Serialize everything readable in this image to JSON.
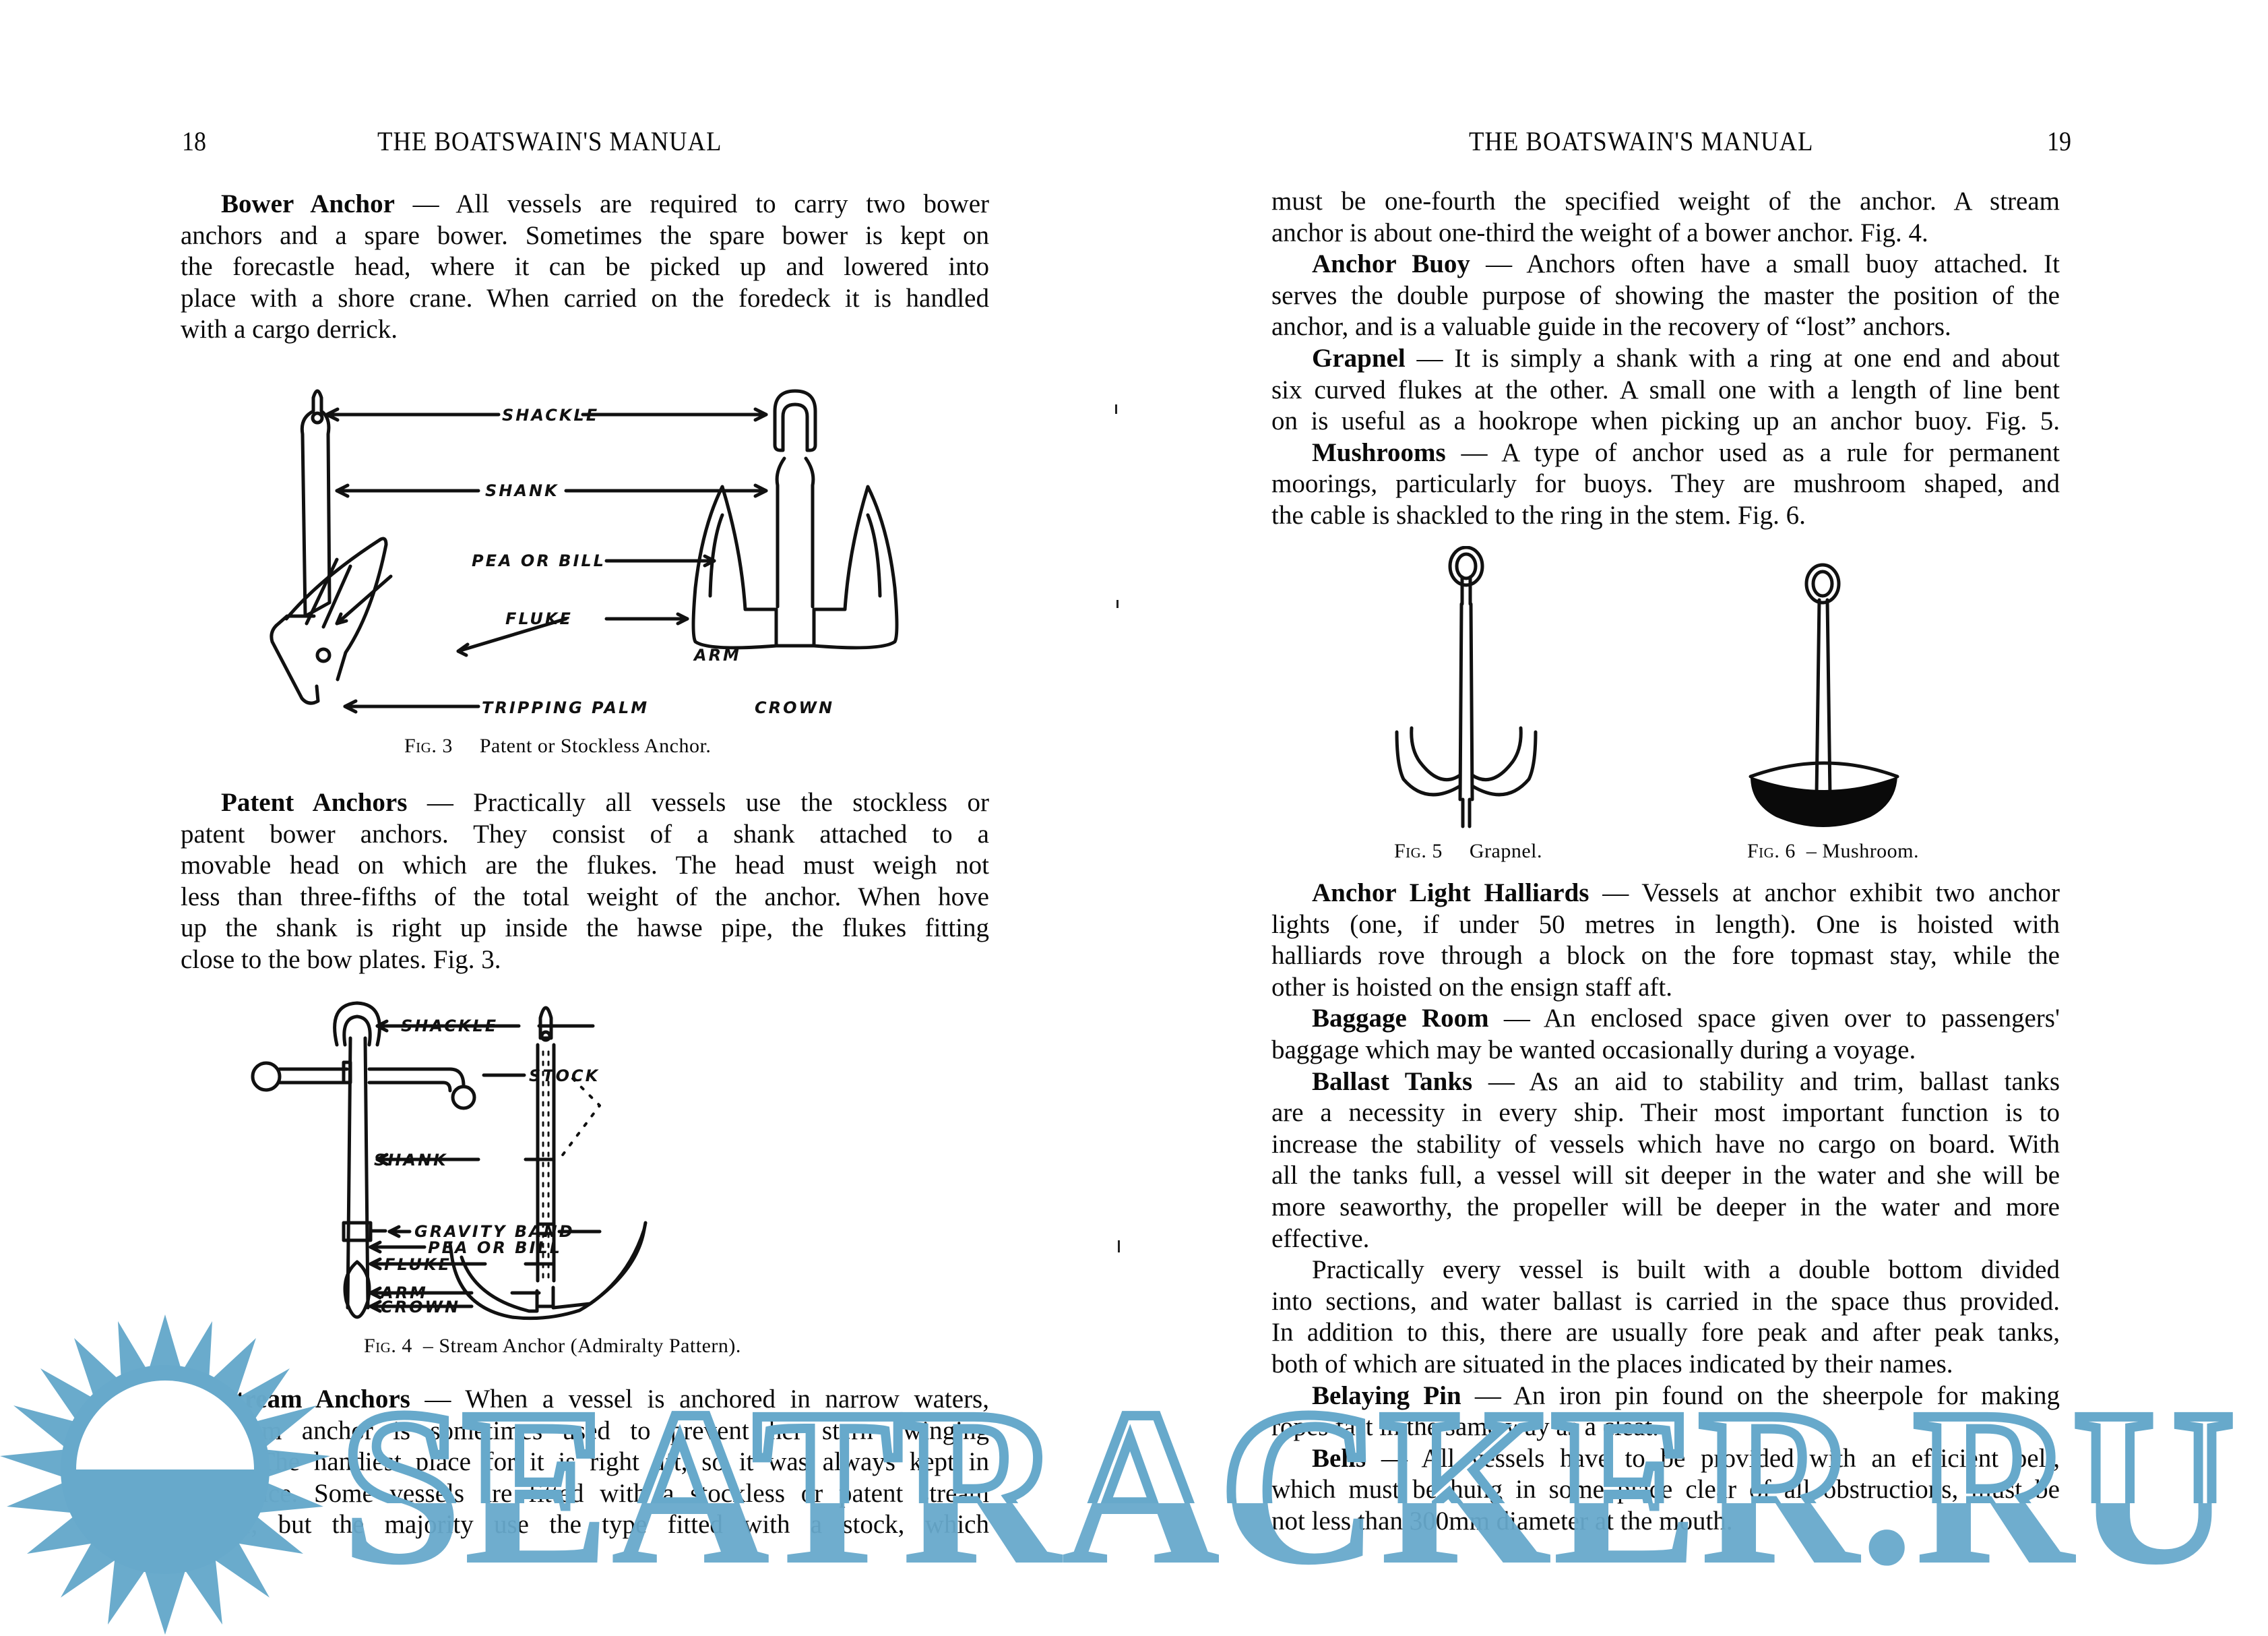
{
  "book": {
    "running_head": "THE BOATSWAIN'S MANUAL"
  },
  "left_page": {
    "page_number": "18",
    "running_head": "THE BOATSWAIN'S MANUAL",
    "bower_anchor": {
      "term": "Bower Anchor",
      "lines": [
        " — All vessels are required to carry two bower",
        "anchors and a spare bower. Sometimes the spare bower is kept on",
        "the forecastle head, where it can be picked up and lowered into",
        "place with a shore crane. When carried on the foredeck it is handled",
        "with a cargo derrick."
      ]
    },
    "figure3": {
      "labels": {
        "shackle": "SHACKLE",
        "shank": "SHANK",
        "pea_or_bill": "PEA OR BILL",
        "fluke": "FLUKE",
        "arm": "ARM",
        "tripping_palm": "TRIPPING PALM",
        "crown": "CROWN"
      },
      "caption_fig": "Fig. 3",
      "caption_text": "Patent or Stockless Anchor."
    },
    "patent_anchors": {
      "term": "Patent Anchors",
      "lines": [
        " — Practically all vessels use the stockless or",
        "patent bower anchors. They consist of a shank attached to a",
        "movable head on which are the flukes. The head must weigh not",
        "less than three-fifths of the total weight of the anchor. When hove",
        "up the shank is right up inside the hawse pipe, the flukes fitting",
        "close to the bow plates. Fig. 3."
      ]
    },
    "figure4": {
      "labels": {
        "shackle": "SHACKLE",
        "stock": "STOCK",
        "shank": "SHANK",
        "gravity_band": "GRAVITY  BAND",
        "pea_or_bill": "PEA OR BILL",
        "fluke": "FLUKE",
        "arm": "ARM",
        "crown": "CROWN"
      },
      "caption_fig": "Fig. 4",
      "caption_text": "– Stream Anchor (Admiralty Pattern)."
    },
    "stream_anchors": {
      "term": "Stream Anchors",
      "lines": [
        " — When a vessel is anchored in narrow waters,",
        "a stream anchor is sometimes used to prevent her stern swinging",
        "about. The handiest place for it is right aft, so it was always kept in",
        "that place. Some vessels are fitted with a stockless or patent stream",
        "anchor, but the majority use the type fitted with a stock, which"
      ]
    }
  },
  "right_page": {
    "page_number": "19",
    "running_head": "THE BOATSWAIN'S MANUAL",
    "continued": {
      "lines": [
        "must be one-fourth the specified weight of the anchor. A stream",
        "anchor is about one-third the weight of a bower anchor. Fig. 4."
      ]
    },
    "anchor_buoy": {
      "term": "Anchor Buoy",
      "lines": [
        " — Anchors often have a small buoy attached. It",
        "serves the double purpose of showing the master the position of the",
        "anchor, and is a valuable guide in the recovery of “lost” anchors."
      ]
    },
    "grapnel": {
      "term": "Grapnel",
      "lines": [
        " — It is simply a shank with a ring at one end and about",
        "six curved flukes at the other. A small one with a length of line bent",
        "on is useful as a hookrope when picking up an anchor buoy. Fig. 5."
      ]
    },
    "mushrooms": {
      "term": "Mushrooms",
      "lines": [
        " — A type of anchor used as a rule for permanent",
        "moorings, particularly for buoys. They are mushroom shaped, and",
        "the cable is shackled to the ring in the stem. Fig. 6."
      ]
    },
    "figure5": {
      "caption_fig": "Fig. 5",
      "caption_text": "Grapnel."
    },
    "figure6": {
      "caption_fig": "Fig. 6",
      "caption_text": "– Mushroom."
    },
    "anchor_light_halliards": {
      "term": "Anchor Light Halliards",
      "lines": [
        " — Vessels at anchor exhibit two anchor",
        "lights (one, if under 50 metres in length). One is hoisted with",
        "halliards rove through a block on the fore topmast stay, while the",
        "other is hoisted on the ensign staff aft."
      ]
    },
    "baggage_room": {
      "term": "Baggage Room",
      "lines": [
        " — An enclosed space given over to passengers'",
        "baggage which may be wanted occasionally during a voyage."
      ]
    },
    "ballast_tanks": {
      "term": "Ballast Tanks",
      "lines": [
        " — As an aid to stability and trim, ballast tanks",
        "are a necessity in every ship. Their most important function is to",
        "increase the stability of vessels which have no cargo on board. With",
        "all the tanks full, a vessel will sit deeper in the water and she will be",
        "more seaworthy, the propeller will be deeper in the water and more",
        "effective."
      ],
      "para2": [
        "Practically every vessel is built with a double bottom divided",
        "into sections, and water ballast is carried in the space thus provided.",
        "In addition to this, there are usually fore peak and after peak tanks,",
        "both of which are situated in the places indicated by their names."
      ]
    },
    "belaying_pin": {
      "term": "Belaying Pin",
      "lines": [
        " — An iron pin found on the sheerpole for making",
        "ropes fast in the same way as a cleat."
      ]
    },
    "bells": {
      "term": "Bells",
      "lines": [
        " — All vessels have to be provided with an efficient bell,",
        "which must be hung in some place clear of all obstructions, must be",
        "not less than 300mm diameter at the mouth."
      ]
    }
  },
  "watermark": {
    "text": "SEATRACKER.RU",
    "color": "#67a9cb"
  }
}
